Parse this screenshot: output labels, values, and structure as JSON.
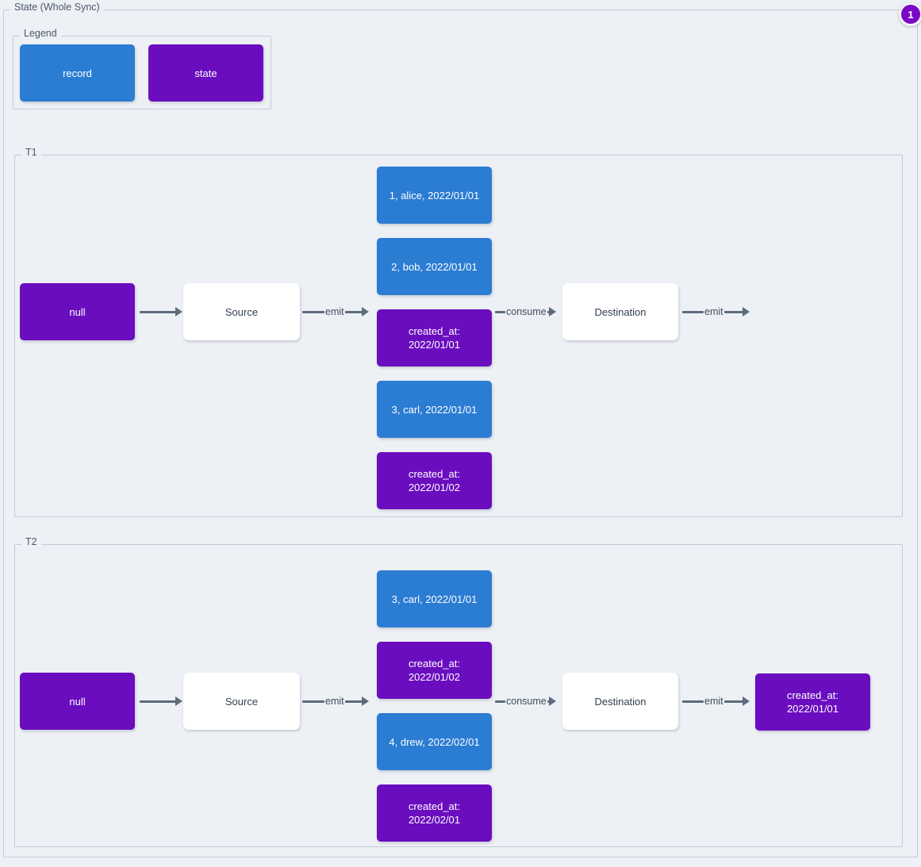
{
  "title": "State (Whole Sync)",
  "badge": {
    "count": "1"
  },
  "legend": {
    "label": "Legend",
    "items": [
      {
        "name": "record",
        "label": "record",
        "color": "#2b7cd3"
      },
      {
        "name": "state",
        "label": "state",
        "color": "#6a0dbf"
      }
    ]
  },
  "edges": {
    "emit": "emit",
    "consume": "consume"
  },
  "processors": {
    "source": "Source",
    "destination": "Destination"
  },
  "t1": {
    "label": "T1",
    "initial_state": "null",
    "stream": [
      {
        "kind": "record",
        "label": "1, alice, 2022/01/01"
      },
      {
        "kind": "record",
        "label": "2, bob, 2022/01/01"
      },
      {
        "kind": "state",
        "label": "created_at:\n2022/01/01"
      },
      {
        "kind": "record",
        "label": "3, carl, 2022/01/01"
      },
      {
        "kind": "state",
        "label": "created_at:\n2022/01/02"
      }
    ],
    "output_state": ""
  },
  "t2": {
    "label": "T2",
    "initial_state": "null",
    "stream": [
      {
        "kind": "record",
        "label": "3, carl, 2022/01/01"
      },
      {
        "kind": "state",
        "label": "created_at:\n2022/01/02"
      },
      {
        "kind": "record",
        "label": "4, drew, 2022/02/01"
      },
      {
        "kind": "state",
        "label": "created_at:\n2022/02/01"
      }
    ],
    "output_state": "created_at:\n2022/01/01"
  }
}
